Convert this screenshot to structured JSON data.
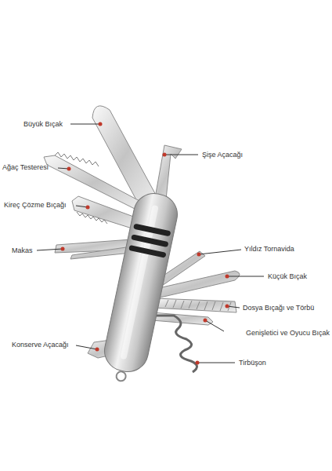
{
  "diagram": {
    "labels": [
      "Büyük Bıçak",
      "Şişe Açacağı",
      "Ağaç Testeresi",
      "Kireç Çözme Bıçağı",
      "Yıldız Tornavida",
      "Makas",
      "Küçük Bıçak",
      "Dosya Bıçağı ve Törbü",
      "Genişletici ve Oyucu Bıçak",
      "Konserve Açacağı",
      "Tirbüşon"
    ]
  }
}
